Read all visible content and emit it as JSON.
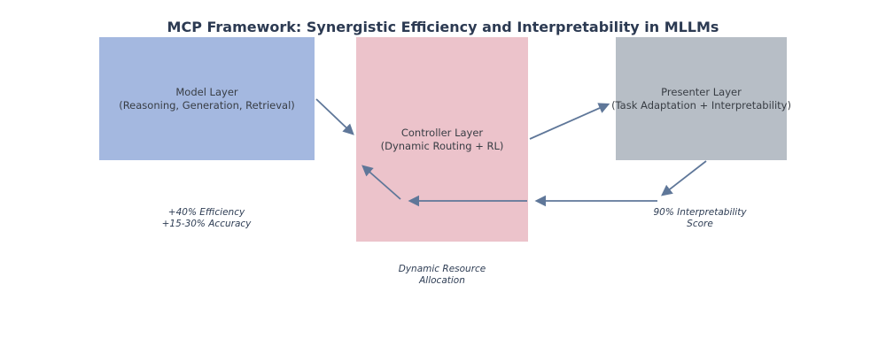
{
  "title": "MCP Framework: Synergistic Efficiency and Interpretability in MLLMs",
  "nodes": {
    "model": {
      "name": "Model Layer",
      "detail": "(Reasoning, Generation, Retrieval)",
      "color": "#a4b8e0"
    },
    "controller": {
      "name": "Controller Layer",
      "detail": "(Dynamic Routing + RL)",
      "color": "#ecc3cb"
    },
    "presenter": {
      "name": "Presenter Layer",
      "detail": "(Task Adaptation + Interpretability)",
      "color": "#b7bec6"
    }
  },
  "annotations": {
    "efficiency": {
      "line1": "+40% Efficiency",
      "line2": "+15-30% Accuracy"
    },
    "interpretability": {
      "line1": "90% Interpretability",
      "line2": "Score"
    },
    "allocation": {
      "line1": "Dynamic Resource",
      "line2": "Allocation"
    }
  },
  "edges": [
    {
      "name": "model-to-controller",
      "from": "Model Layer",
      "to": "Controller Layer"
    },
    {
      "name": "controller-to-presenter",
      "from": "Controller Layer",
      "to": "Presenter Layer"
    },
    {
      "name": "presenter-to-interpretability",
      "from": "Presenter Layer",
      "to": "90% Interpretability Score"
    },
    {
      "name": "interpretability-to-controller",
      "from": "90% Interpretability Score",
      "to": "Controller Layer"
    },
    {
      "name": "feedback-horizontal-inner",
      "from": "Controller Layer edge",
      "to": "Controller Layer"
    },
    {
      "name": "feedback-diagonal-inner",
      "from": "Controller Layer",
      "to": "Controller Layer"
    }
  ],
  "colors": {
    "arrow": "#5f7799",
    "title_text": "#2c3a52",
    "note_text": "#2e3d54",
    "node_text": "#383d44",
    "model_box": "#a4b8e0",
    "controller_box": "#ecc3cb",
    "presenter_box": "#b7bec6",
    "background": "#ffffff"
  }
}
